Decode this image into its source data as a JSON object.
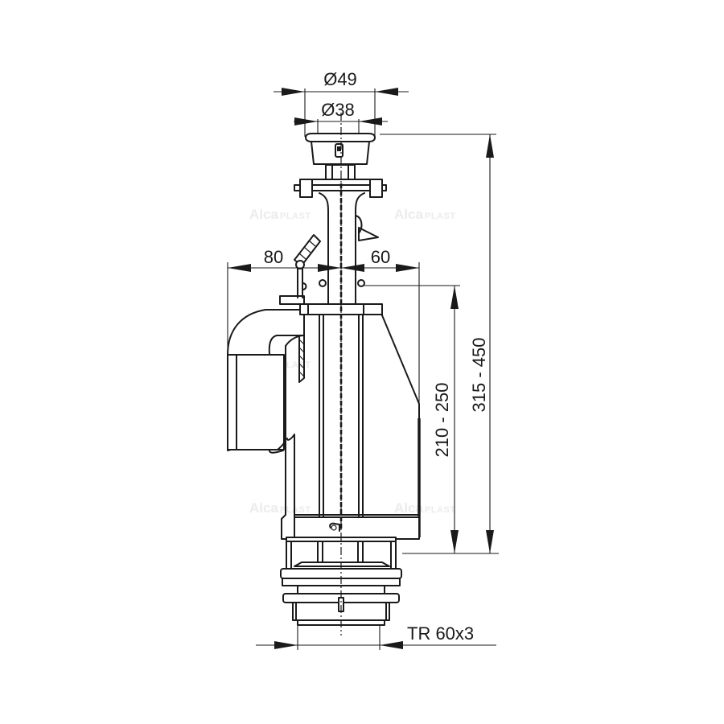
{
  "diagram": {
    "subject": "Cistern flush valve technical drawing (side view)",
    "line_color": "#1a1a1a",
    "background": "#ffffff",
    "watermark_color": "#ebebeb",
    "watermark": {
      "part1": "Alca",
      "part2": "PLAST",
      "mark": "®"
    },
    "dimensions": {
      "button_outer_diameter": "Ø49",
      "button_inner_diameter": "Ø38",
      "overflow_left": "80",
      "overflow_right": "60",
      "overflow_height": "210 - 250",
      "total_height": "315 - 450",
      "thread": "TR 60x3"
    }
  }
}
